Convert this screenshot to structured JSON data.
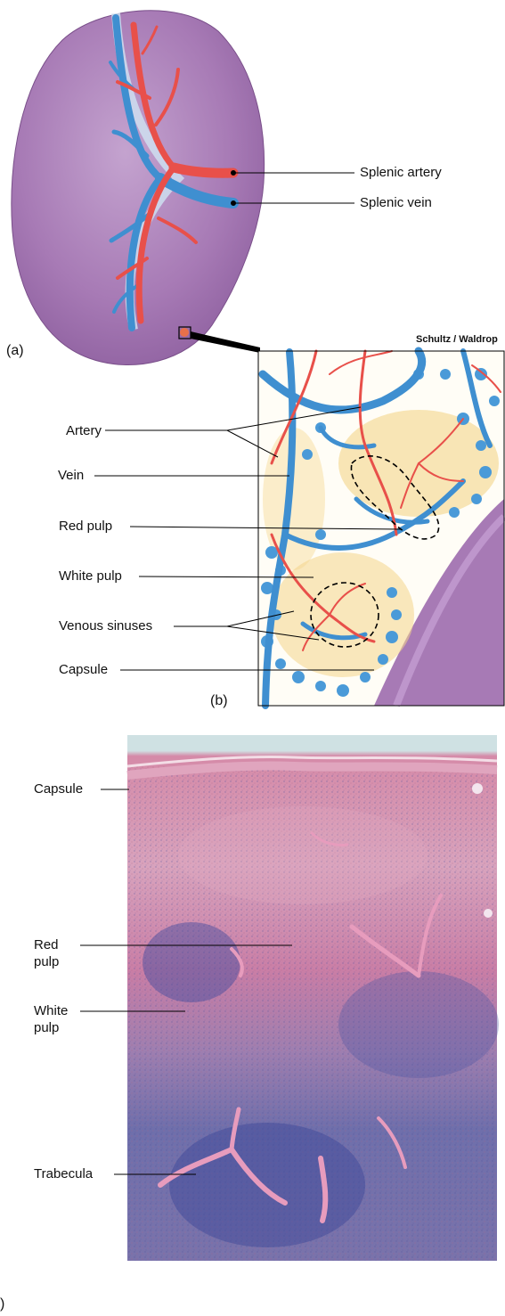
{
  "panel_a": {
    "letter": "(a)",
    "labels": {
      "splenic_artery": "Splenic artery",
      "splenic_vein": "Splenic vein"
    }
  },
  "panel_b": {
    "letter": "(b)",
    "credit": "Schultz / Waldrop",
    "labels": {
      "artery": "Artery",
      "vein": "Vein",
      "red_pulp": "Red pulp",
      "white_pulp": "White pulp",
      "venous_sinuses": "Venous sinuses",
      "capsule": "Capsule"
    }
  },
  "panel_c": {
    "letter": ")",
    "labels": {
      "capsule": "Capsule",
      "red_pulp_1": "Red",
      "red_pulp_2": "pulp",
      "white_pulp_1": "White",
      "white_pulp_2": "pulp",
      "trabecula": "Trabecula"
    }
  },
  "colors": {
    "artery": "#e8504a",
    "vein": "#3f8fd0",
    "spleen": "#a77ab5",
    "pulp": "#f4d58a",
    "stain_pink": "#c98aa8",
    "stain_blue": "#5a62a8"
  }
}
